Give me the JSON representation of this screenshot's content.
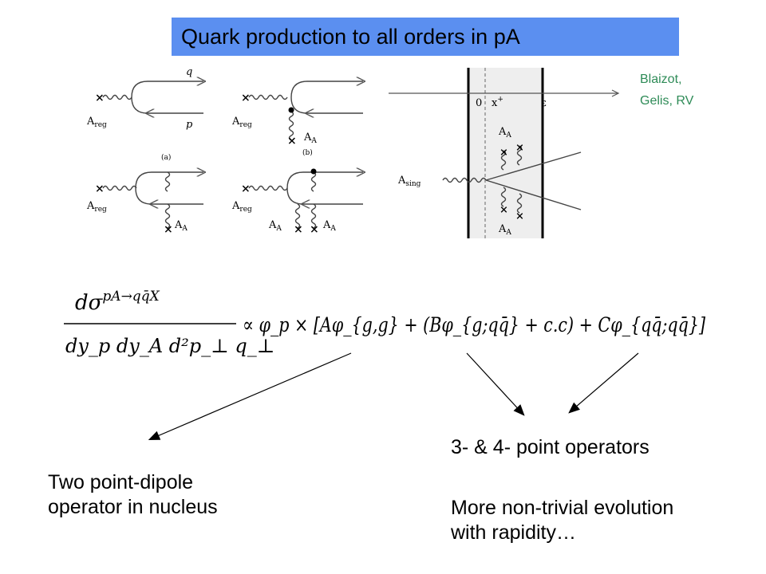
{
  "slide": {
    "title": "Quark production to all orders in pA",
    "citation_lines": [
      "Blaizot,",
      "Gelis, RV"
    ]
  },
  "diagrams": {
    "feynman": {
      "quark_label": "q",
      "antiquark_label": "p",
      "field_reg": "A",
      "field_reg_sub": "reg",
      "field_nucleus": "A",
      "field_nucleus_sub": "A",
      "panel_a_caption": "(a)",
      "panel_b_caption": "(b)"
    },
    "shockwave": {
      "origin_label": "0",
      "x_plus_label": "x",
      "x_plus_sup": "+",
      "epsilon_label": "ε",
      "field_sing": "A",
      "field_sing_sub": "sing",
      "field_nucleus": "A",
      "field_nucleus_sub": "A"
    }
  },
  "formula": {
    "numerator": "dσ",
    "numerator_sup": "pA→qq̄X",
    "denominator": "dy_p dy_A d²p_⊥ q_⊥",
    "rhs": "∝ φ_p × [Aφ_{g,g} + (Bφ_{g;qq̄} + c.c) + Cφ_{qq̄;qq̄}]"
  },
  "annotations": {
    "left_note": [
      "Two point-dipole",
      "operator in nucleus"
    ],
    "right_heading": "3- & 4- point operators",
    "right_note": [
      "More non-trivial evolution",
      "with rapidity…"
    ]
  }
}
